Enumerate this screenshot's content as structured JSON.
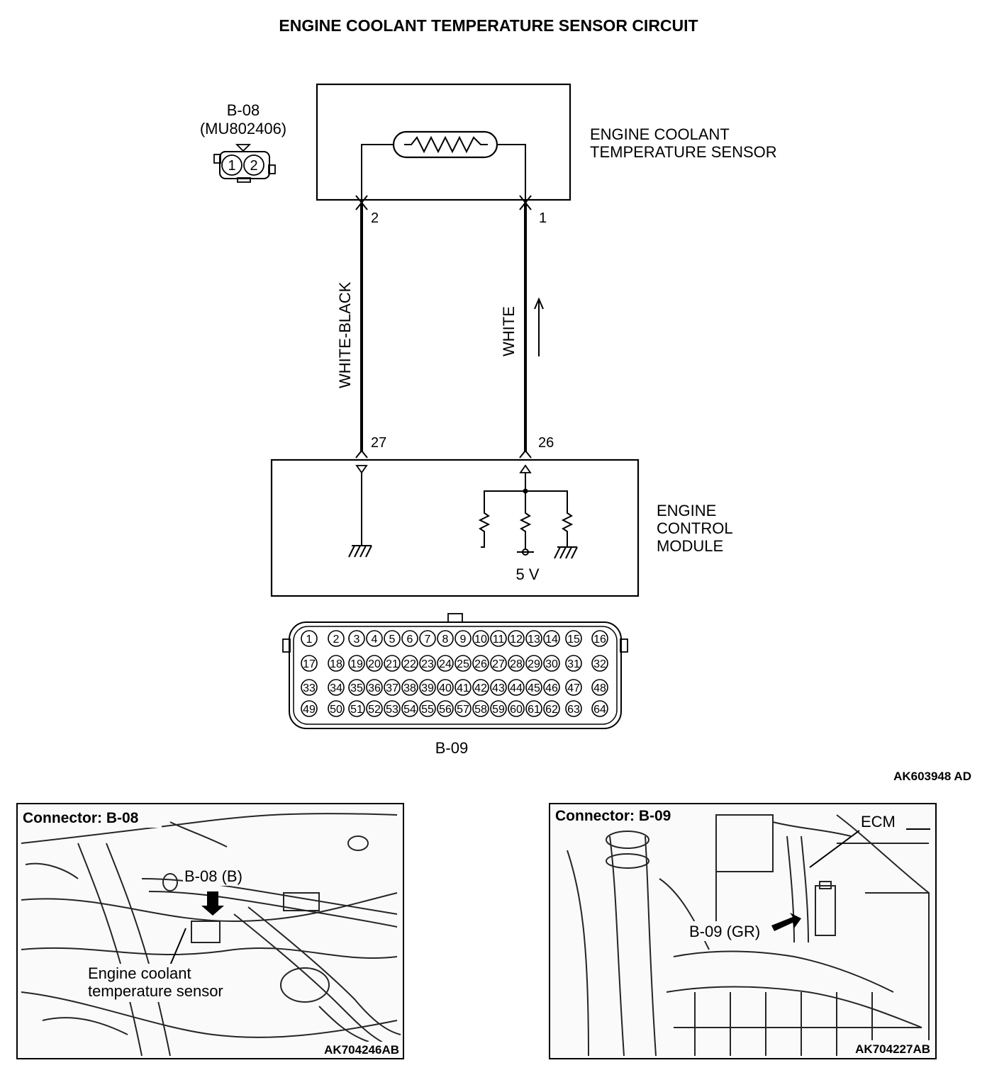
{
  "title": "ENGINE COOLANT TEMPERATURE SENSOR CIRCUIT",
  "sensor": {
    "connector_id": "B-08",
    "part_number": "(MU802406)",
    "name_line1": "ENGINE COOLANT",
    "name_line2": "TEMPERATURE SENSOR",
    "pin_left": "2",
    "pin_right": "1",
    "connector_pins": [
      "1",
      "2"
    ]
  },
  "wires": {
    "left_color": "WHITE-BLACK",
    "right_color": "WHITE"
  },
  "ecm": {
    "name_line1": "ENGINE",
    "name_line2": "CONTROL",
    "name_line3": "MODULE",
    "pin_left": "27",
    "pin_right": "26",
    "voltage": "5 V",
    "connector_id": "B-09"
  },
  "diagram_code": "AK603948 AD",
  "panel_left": {
    "title": "Connector: B-08",
    "callout": "B-08 (B)",
    "label_line1": "Engine coolant",
    "label_line2": "temperature sensor",
    "code": "AK704246AB"
  },
  "panel_right": {
    "title": "Connector: B-09",
    "callout": "B-09 (GR)",
    "ecm_label": "ECM",
    "code": "AK704227AB"
  },
  "ecm_connector_rows": [
    [
      "1",
      "2",
      "3",
      "4",
      "5",
      "6",
      "7",
      "8",
      "9",
      "10",
      "11",
      "12",
      "13",
      "14",
      "15",
      "16"
    ],
    [
      "17",
      "18",
      "19",
      "20",
      "21",
      "22",
      "23",
      "24",
      "25",
      "26",
      "27",
      "28",
      "29",
      "30",
      "31",
      "32"
    ],
    [
      "33",
      "34",
      "35",
      "36",
      "37",
      "38",
      "39",
      "40",
      "41",
      "42",
      "43",
      "44",
      "45",
      "46",
      "47",
      "48"
    ],
    [
      "49",
      "50",
      "51",
      "52",
      "53",
      "54",
      "55",
      "56",
      "57",
      "58",
      "59",
      "60",
      "61",
      "62",
      "63",
      "64"
    ]
  ]
}
